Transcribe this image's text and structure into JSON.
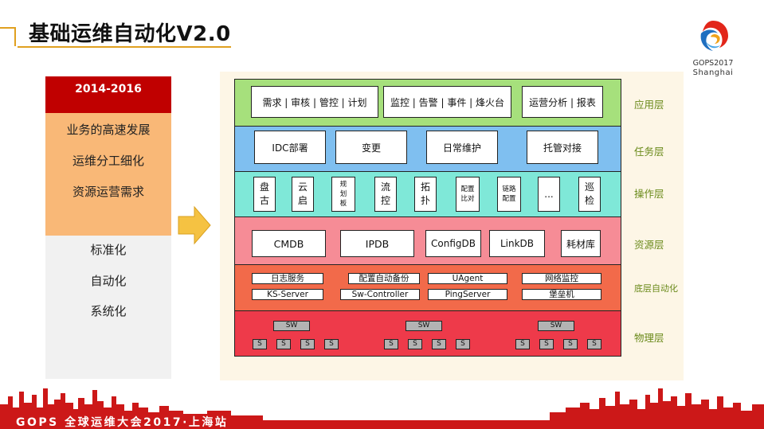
{
  "title": "基础运维自动化V2.0",
  "logo": {
    "line1": "GOPS2017",
    "line2": "Shanghai"
  },
  "left_panel": {
    "year": "2014-2016",
    "drivers": [
      "业务的高速发展",
      "运维分工细化",
      "资源运营需求"
    ],
    "goals": [
      "标准化",
      "自动化",
      "系统化"
    ]
  },
  "layers": {
    "app": {
      "label": "应用层",
      "boxes": [
        "需求 | 审核 | 管控 | 计划",
        "监控 | 告警 | 事件 | 烽火台",
        "运营分析 | 报表"
      ]
    },
    "task": {
      "label": "任务层",
      "boxes": [
        "IDC部署",
        "变更",
        "日常维护",
        "托管对接"
      ]
    },
    "op": {
      "label": "操作层",
      "boxes": [
        "盘\n古",
        "云\n启",
        "规\n划\n板",
        "流\n控",
        "拓\n扑",
        "配置\n比对",
        "链路\n配置",
        "...",
        "巡\n检"
      ]
    },
    "res": {
      "label": "资源层",
      "boxes": [
        "CMDB",
        "IPDB",
        "ConfigDB",
        "LinkDB",
        "耗材库"
      ]
    },
    "base": {
      "label": "底层自动化",
      "row1": [
        "日志服务",
        "配置自动备份",
        "UAgent",
        "网络监控"
      ],
      "row2": [
        "KS-Server",
        "Sw-Controller",
        "PingServer",
        "堡垒机"
      ]
    },
    "phys": {
      "label": "物理层",
      "switch": "SW",
      "server": "S"
    }
  },
  "footer": "GOPS 全球运维大会2017·上海站",
  "colors": {
    "title_accent": "#e0a020",
    "year_box": "#c00000",
    "drivers_box": "#f9b877",
    "app_layer": "#a6e07c",
    "task_layer": "#7fbff0",
    "op_layer": "#7fe8d8",
    "res_layer": "#f68c96",
    "base_layer": "#f26a4a",
    "phys_layer": "#ee3a4a",
    "layer_label": "#6a8a1a",
    "arrow": "#f5c242",
    "skyline": "#cc1818"
  }
}
